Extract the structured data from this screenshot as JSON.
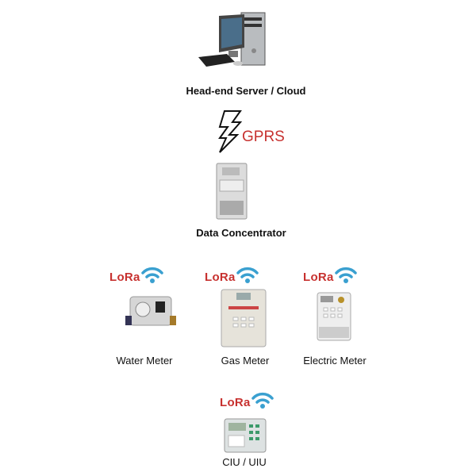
{
  "server": {
    "label": "Head-end Server / Cloud"
  },
  "link": {
    "label": "GPRS"
  },
  "concentrator": {
    "label": "Data Concentrator"
  },
  "meters": [
    {
      "label": "Water Meter",
      "radio": "LoRa"
    },
    {
      "label": "Gas Meter",
      "radio": "LoRa"
    },
    {
      "label": "Electric Meter",
      "radio": "LoRa"
    }
  ],
  "ciu": {
    "label": "CIU / UIU",
    "radio": "LoRa"
  },
  "colors": {
    "lora": "#c7312f",
    "gprs": "#c7312f",
    "wifi": "#3aa0d0"
  }
}
